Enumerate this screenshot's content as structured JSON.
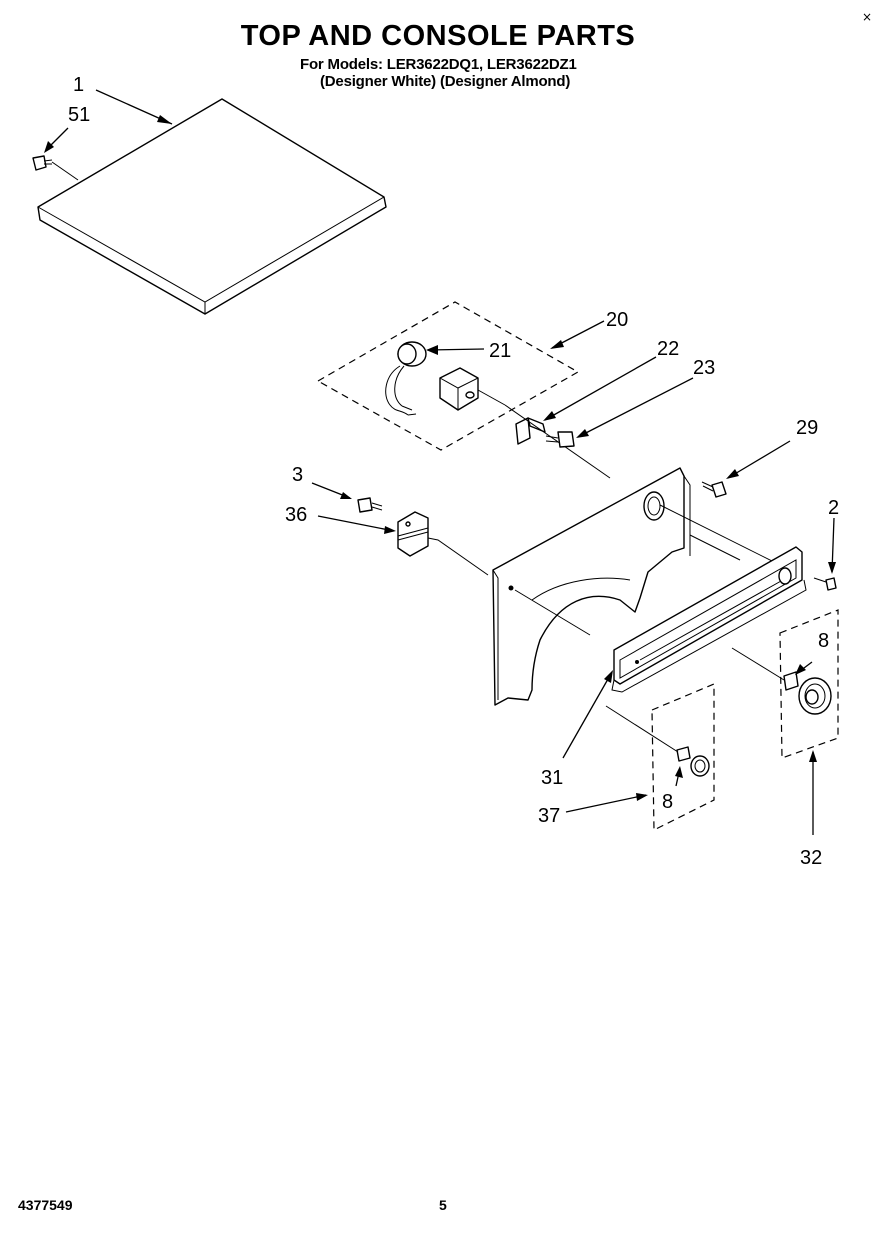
{
  "title": "TOP AND CONSOLE PARTS",
  "models_line": "For Models: LER3622DQ1, LER3622DZ1",
  "variants_line": "(Designer White) (Designer Almond)",
  "corner_mark": "×",
  "document_number": "4377549",
  "page_number": "5",
  "callouts": {
    "c1": "1",
    "c51": "51",
    "c20": "20",
    "c21": "21",
    "c22": "22",
    "c23": "23",
    "c29": "29",
    "c3": "3",
    "c36": "36",
    "c2": "2",
    "c8a": "8",
    "c8b": "8",
    "c31": "31",
    "c37": "37",
    "c32": "32"
  }
}
